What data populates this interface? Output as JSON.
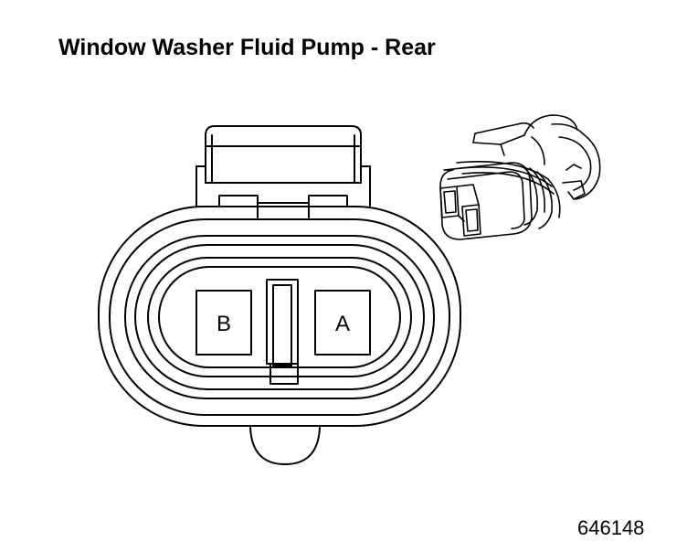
{
  "title": "Window Washer Fluid Pump - Rear",
  "figure_id": "646148",
  "terminals": [
    {
      "label": "B"
    },
    {
      "label": "A"
    }
  ],
  "line_color": "#000000",
  "background_color": "#ffffff"
}
